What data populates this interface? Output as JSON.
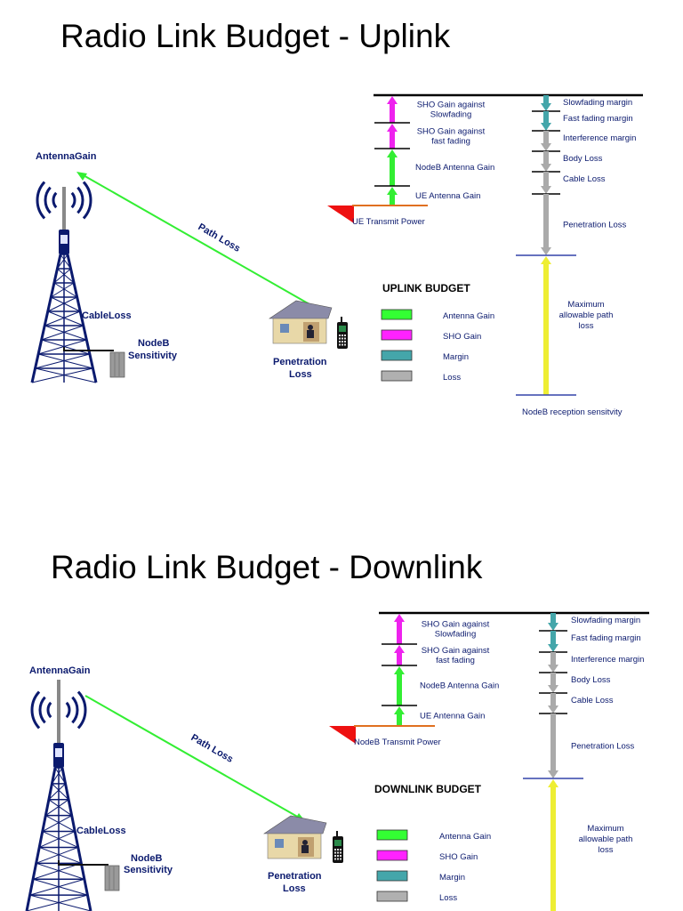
{
  "slides": [
    {
      "id": "uplink",
      "title": "Radio Link Budget - Uplink",
      "left": {
        "antenna_gain": "AntennaGain",
        "path_loss": "Path Loss",
        "cable_loss": "CableLoss",
        "nodeb_sensitivity": [
          "NodeB",
          "Sensitivity"
        ],
        "penetration_loss": [
          "Penetration",
          "Loss"
        ]
      },
      "gains": [
        {
          "label": [
            "SHO Gain against",
            "Slowfading"
          ],
          "type": "sho"
        },
        {
          "label": [
            "SHO Gain against",
            "fast fading"
          ],
          "type": "sho"
        },
        {
          "label": [
            "NodeB Antenna Gain"
          ],
          "type": "antenna"
        },
        {
          "label": [
            "UE Antenna Gain"
          ],
          "type": "antenna"
        }
      ],
      "transmit_power": "UE Transmit Power",
      "losses": [
        {
          "label": "Slowfading margin",
          "type": "margin"
        },
        {
          "label": "Fast fading margin",
          "type": "margin"
        },
        {
          "label": "Interference margin",
          "type": "loss"
        },
        {
          "label": "Body Loss",
          "type": "loss"
        },
        {
          "label": "Cable Loss",
          "type": "loss"
        },
        {
          "label": "Penetration Loss",
          "type": "loss"
        }
      ],
      "max_path_loss": [
        "Maximum",
        "allowable path",
        "loss"
      ],
      "reception": "NodeB reception sensitvity",
      "legend": {
        "title": "UPLINK BUDGET",
        "items": [
          {
            "label": "Antenna Gain",
            "color": "#33ff33"
          },
          {
            "label": "SHO Gain",
            "color": "#ff22ff"
          },
          {
            "label": "Margin",
            "color": "#44a6aa"
          },
          {
            "label": "Loss",
            "color": "#b0b0b0"
          }
        ]
      }
    },
    {
      "id": "downlink",
      "title": "Radio Link Budget - Downlink",
      "left": {
        "antenna_gain": "AntennaGain",
        "path_loss": "Path Loss",
        "cable_loss": "CableLoss",
        "nodeb_sensitivity": [
          "NodeB",
          "Sensitivity"
        ],
        "penetration_loss": [
          "Penetration",
          "Loss"
        ]
      },
      "gains": [
        {
          "label": [
            "SHO Gain against",
            "Slowfading"
          ],
          "type": "sho"
        },
        {
          "label": [
            "SHO Gain against",
            "fast fading"
          ],
          "type": "sho"
        },
        {
          "label": [
            "NodeB Antenna Gain"
          ],
          "type": "antenna"
        },
        {
          "label": [
            "UE Antenna Gain"
          ],
          "type": "antenna"
        }
      ],
      "transmit_power": "NodeB Transmit Power",
      "losses": [
        {
          "label": "Slowfading margin",
          "type": "margin"
        },
        {
          "label": "Fast fading margin",
          "type": "margin"
        },
        {
          "label": "Interference margin",
          "type": "loss"
        },
        {
          "label": "Body Loss",
          "type": "loss"
        },
        {
          "label": "Cable Loss",
          "type": "loss"
        },
        {
          "label": "Penetration Loss",
          "type": "loss"
        }
      ],
      "max_path_loss": [
        "Maximum",
        "allowable path",
        "loss"
      ],
      "reception": "",
      "legend": {
        "title": "DOWNLINK BUDGET",
        "items": [
          {
            "label": "Antenna Gain",
            "color": "#33ff33"
          },
          {
            "label": "SHO Gain",
            "color": "#ff22ff"
          },
          {
            "label": "Margin",
            "color": "#44a6aa"
          },
          {
            "label": "Loss",
            "color": "#b0b0b0"
          }
        ]
      }
    }
  ],
  "colors": {
    "sho": "#ee22ee",
    "antenna": "#33ee33",
    "margin": "#44a6aa",
    "loss": "#aaaaaa",
    "maxpath": "#eeee33",
    "navy": "#0b1a6e",
    "tx_red": "#ee1111",
    "tx_line": "#e07020",
    "path": "#33ee33"
  }
}
